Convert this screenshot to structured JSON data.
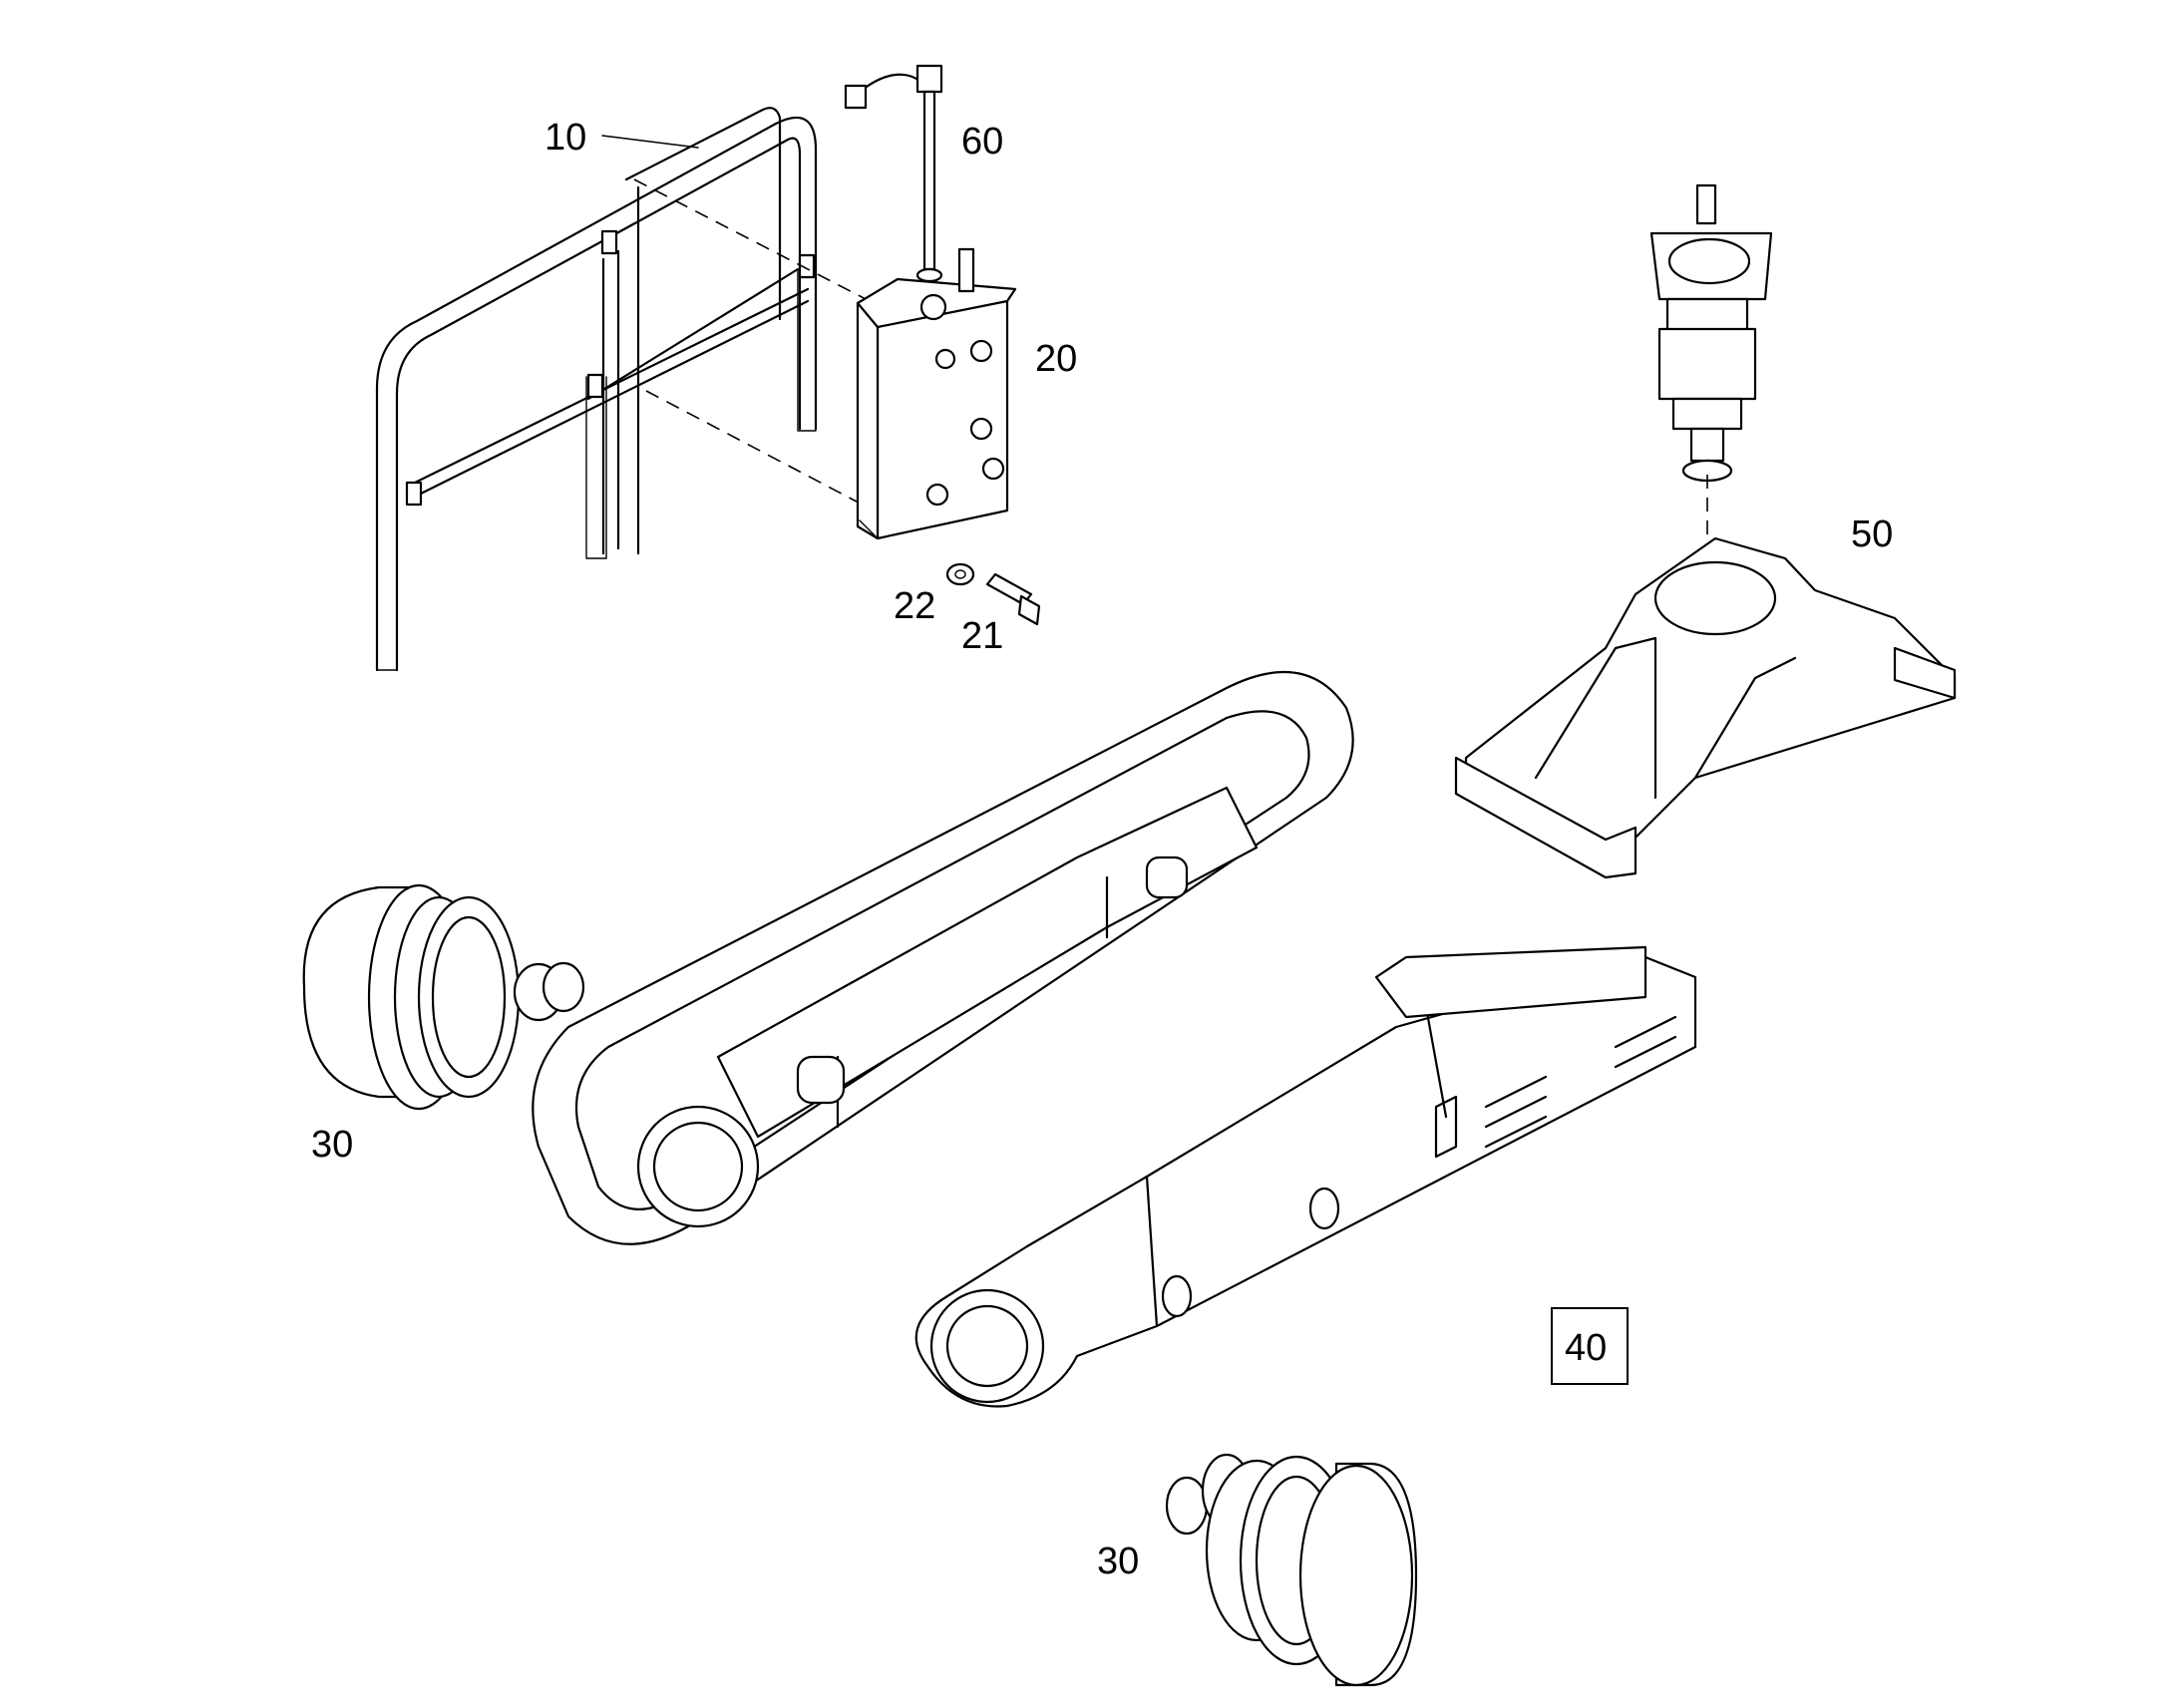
{
  "callouts": {
    "c10": "10",
    "c60": "60",
    "c20": "20",
    "c22": "22",
    "c21": "21",
    "c50": "50",
    "c30a": "30",
    "c30b": "30",
    "c40": "40"
  }
}
